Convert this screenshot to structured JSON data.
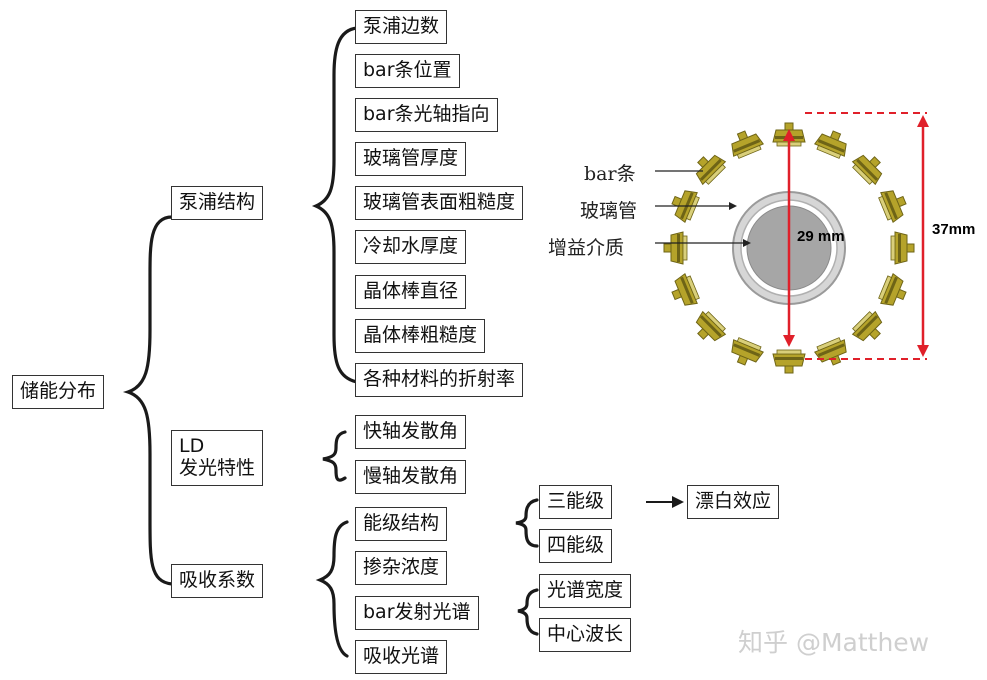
{
  "tree": {
    "root": "储能分布",
    "branches": {
      "pump": "泵浦结构",
      "ld_line1": "LD",
      "ld_line2": "发光特性",
      "absorb": "吸收系数"
    },
    "pump_items": [
      "泵浦边数",
      "bar条位置",
      "bar条光轴指向",
      "玻璃管厚度",
      "玻璃管表面粗糙度",
      "冷却水厚度",
      "晶体棒直径",
      "晶体棒粗糙度",
      "各种材料的折射率"
    ],
    "ld_items": [
      "快轴发散角",
      "慢轴发散角"
    ],
    "absorb_items": [
      "能级结构",
      "掺杂浓度",
      "bar发射光谱",
      "吸收光谱"
    ],
    "level_items": [
      "三能级",
      "四能级"
    ],
    "bleach": "漂白效应",
    "spectrum_items": [
      "光谱宽度",
      "中心波长"
    ]
  },
  "figure": {
    "label_bar": "bar条",
    "label_glass": "玻璃管",
    "label_medium": "增益介质",
    "dim_inner": "29 mm",
    "dim_outer": "37mm",
    "bar_count": 16,
    "colors": {
      "bar": "#b5a32a",
      "bar_dark": "#6e6416",
      "rod": "#a6a6a6",
      "tube": "#c8c8c8",
      "dimension": "#e0202a"
    }
  },
  "watermark": "知乎 @Matthew"
}
